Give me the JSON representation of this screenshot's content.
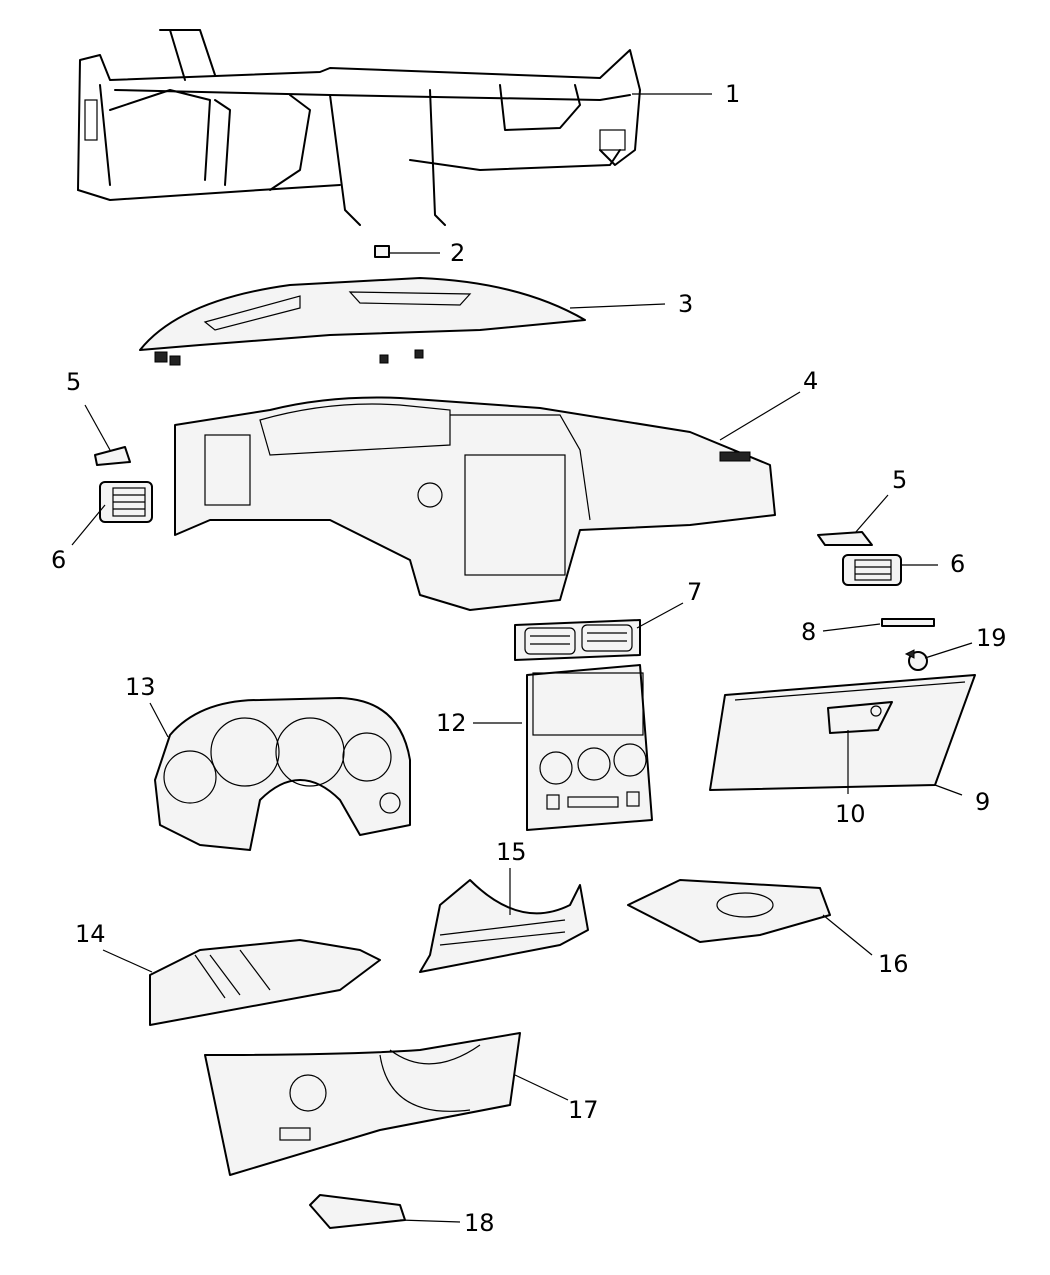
{
  "callouts": [
    {
      "id": "c1",
      "label": "1"
    },
    {
      "id": "c2",
      "label": "2"
    },
    {
      "id": "c3",
      "label": "3"
    },
    {
      "id": "c4",
      "label": "4"
    },
    {
      "id": "c5a",
      "label": "5"
    },
    {
      "id": "c6a",
      "label": "6"
    },
    {
      "id": "c5b",
      "label": "5"
    },
    {
      "id": "c6b",
      "label": "6"
    },
    {
      "id": "c7",
      "label": "7"
    },
    {
      "id": "c8",
      "label": "8"
    },
    {
      "id": "c19",
      "label": "19"
    },
    {
      "id": "c13",
      "label": "13"
    },
    {
      "id": "c12",
      "label": "12"
    },
    {
      "id": "c9",
      "label": "9"
    },
    {
      "id": "c10",
      "label": "10"
    },
    {
      "id": "c15",
      "label": "15"
    },
    {
      "id": "c14",
      "label": "14"
    },
    {
      "id": "c16",
      "label": "16"
    },
    {
      "id": "c17",
      "label": "17"
    },
    {
      "id": "c18",
      "label": "18"
    }
  ]
}
